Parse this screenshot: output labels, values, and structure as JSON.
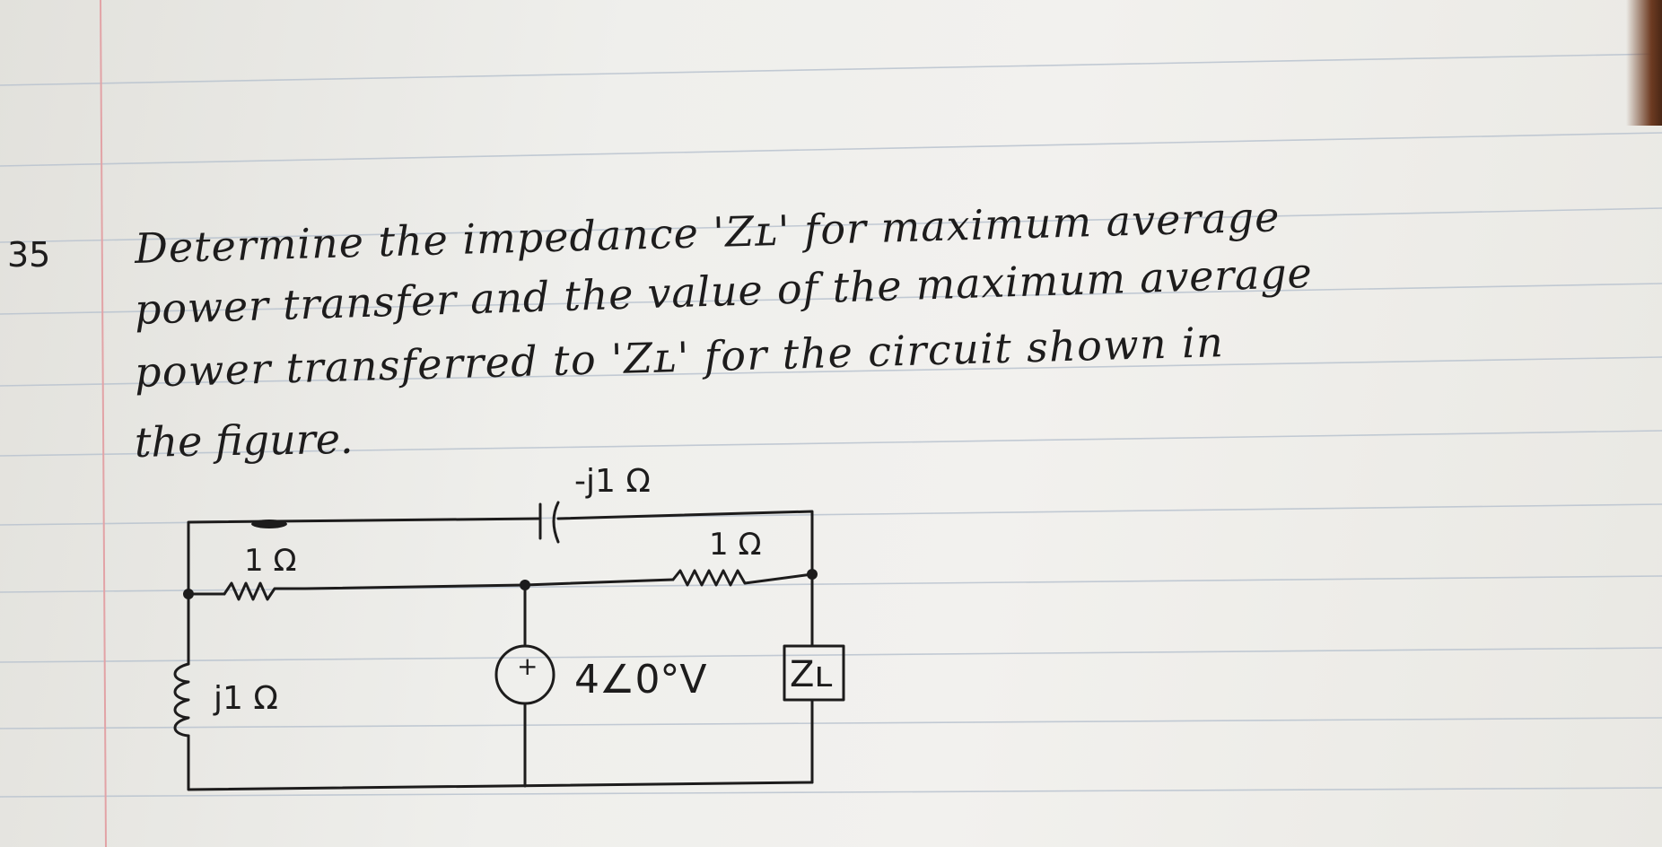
{
  "question": {
    "number": "35",
    "lines": [
      "Determine the impedance 'Zʟ' for maximum average",
      "power transfer and the value of the maximum average",
      "power transferred to 'Zʟ' for the circuit shown in",
      "the figure."
    ]
  },
  "circuit": {
    "capacitor_label": "-j1 Ω",
    "resistor_left_label": "1 Ω",
    "resistor_right_label": "1 Ω",
    "inductor_label": "j1 Ω",
    "source_label": "4∠0°V",
    "source_polarity": "+",
    "load_label": "Zʟ"
  },
  "colors": {
    "ink": "#1d1c1c",
    "rule_line": "#b9c3cf",
    "margin_line": "#e2a3a6"
  }
}
